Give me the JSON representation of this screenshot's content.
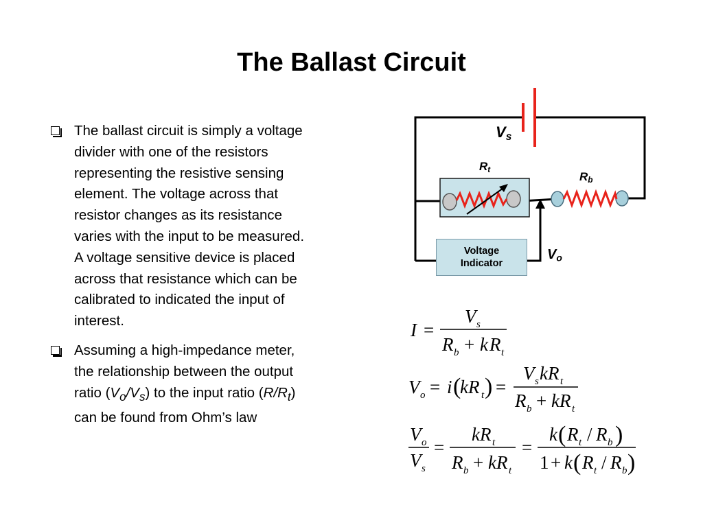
{
  "slide": {
    "title": "The Ballast Circuit"
  },
  "bullets": [
    {
      "text": "The ballast circuit is simply a voltage divider with one of the resistors representing the resistive sensing element.  The voltage across that resistor changes as its resistance varies with the input to be measured. A voltage sensitive device is placed across that resistance which can be calibrated to indicated the input of interest."
    },
    {
      "before": "Assuming a high-impedance meter, the relationship between the output ratio (",
      "vo_main": "V",
      "vo_sub": "o",
      "slash": "/",
      "vs_main": "V",
      "vs_sub": "s",
      "middle": ") to the input ratio (",
      "r_main": "R",
      "rt_slash": "/R",
      "rt_sub": "t",
      "after": ") can be found from Ohm’s law"
    }
  ],
  "circuit": {
    "vs_label": {
      "main": "V",
      "sub": "s"
    },
    "rt_label": {
      "main": "R",
      "sub": "t"
    },
    "rb_label": {
      "main": "R",
      "sub": "b"
    },
    "vo_label": {
      "main": "V",
      "sub": "o"
    },
    "voltage_indicator": {
      "line1": "Voltage",
      "line2": "Indicator"
    },
    "colors": {
      "wire": "#000000",
      "battery": "#e8231b",
      "resistor_zigzag": "#e8231b",
      "sensor_box_fill": "#c9e3ea",
      "terminal_fill": "#c8c8c8",
      "rb_terminal_fill": "#a8d0dc"
    }
  },
  "equations": {
    "eq1": {
      "lhs": "I",
      "eq": "=",
      "num": {
        "main": "V",
        "sub": "s"
      },
      "den": {
        "a": "R",
        "a_sub": "b",
        "plus": "+",
        "k": "k",
        "b": "R",
        "b_sub": "t"
      }
    },
    "eq2": {
      "lhs_main": "V",
      "lhs_sub": "o",
      "eq": "=",
      "mid_i": "i",
      "mid_k": "kR",
      "mid_sub": "t",
      "eq2": "=",
      "num_v": "V",
      "num_v_sub": "s",
      "num_k": "kR",
      "num_k_sub": "t",
      "den_a": "R",
      "den_a_sub": "b",
      "den_plus": "+",
      "den_k": "kR",
      "den_k_sub": "t"
    },
    "eq3": {
      "lhs_num": "V",
      "lhs_num_sub": "o",
      "lhs_den": "V",
      "lhs_den_sub": "s",
      "eq": "=",
      "f1_num": "kR",
      "f1_num_sub": "t",
      "f1_den_a": "R",
      "f1_den_a_sub": "b",
      "f1_den_plus": "+",
      "f1_den_k": "kR",
      "f1_den_k_sub": "t",
      "eq2": "=",
      "f2_num_k": "k",
      "f2_num_r1": "R",
      "f2_num_r1_sub": "t",
      "f2_num_slash": "/",
      "f2_num_r2": "R",
      "f2_num_r2_sub": "b",
      "f2_den_one": "1",
      "f2_den_plus": "+",
      "f2_den_k": "k",
      "f2_den_r1": "R",
      "f2_den_r1_sub": "t",
      "f2_den_slash": "/",
      "f2_den_r2": "R",
      "f2_den_r2_sub": "b"
    }
  }
}
